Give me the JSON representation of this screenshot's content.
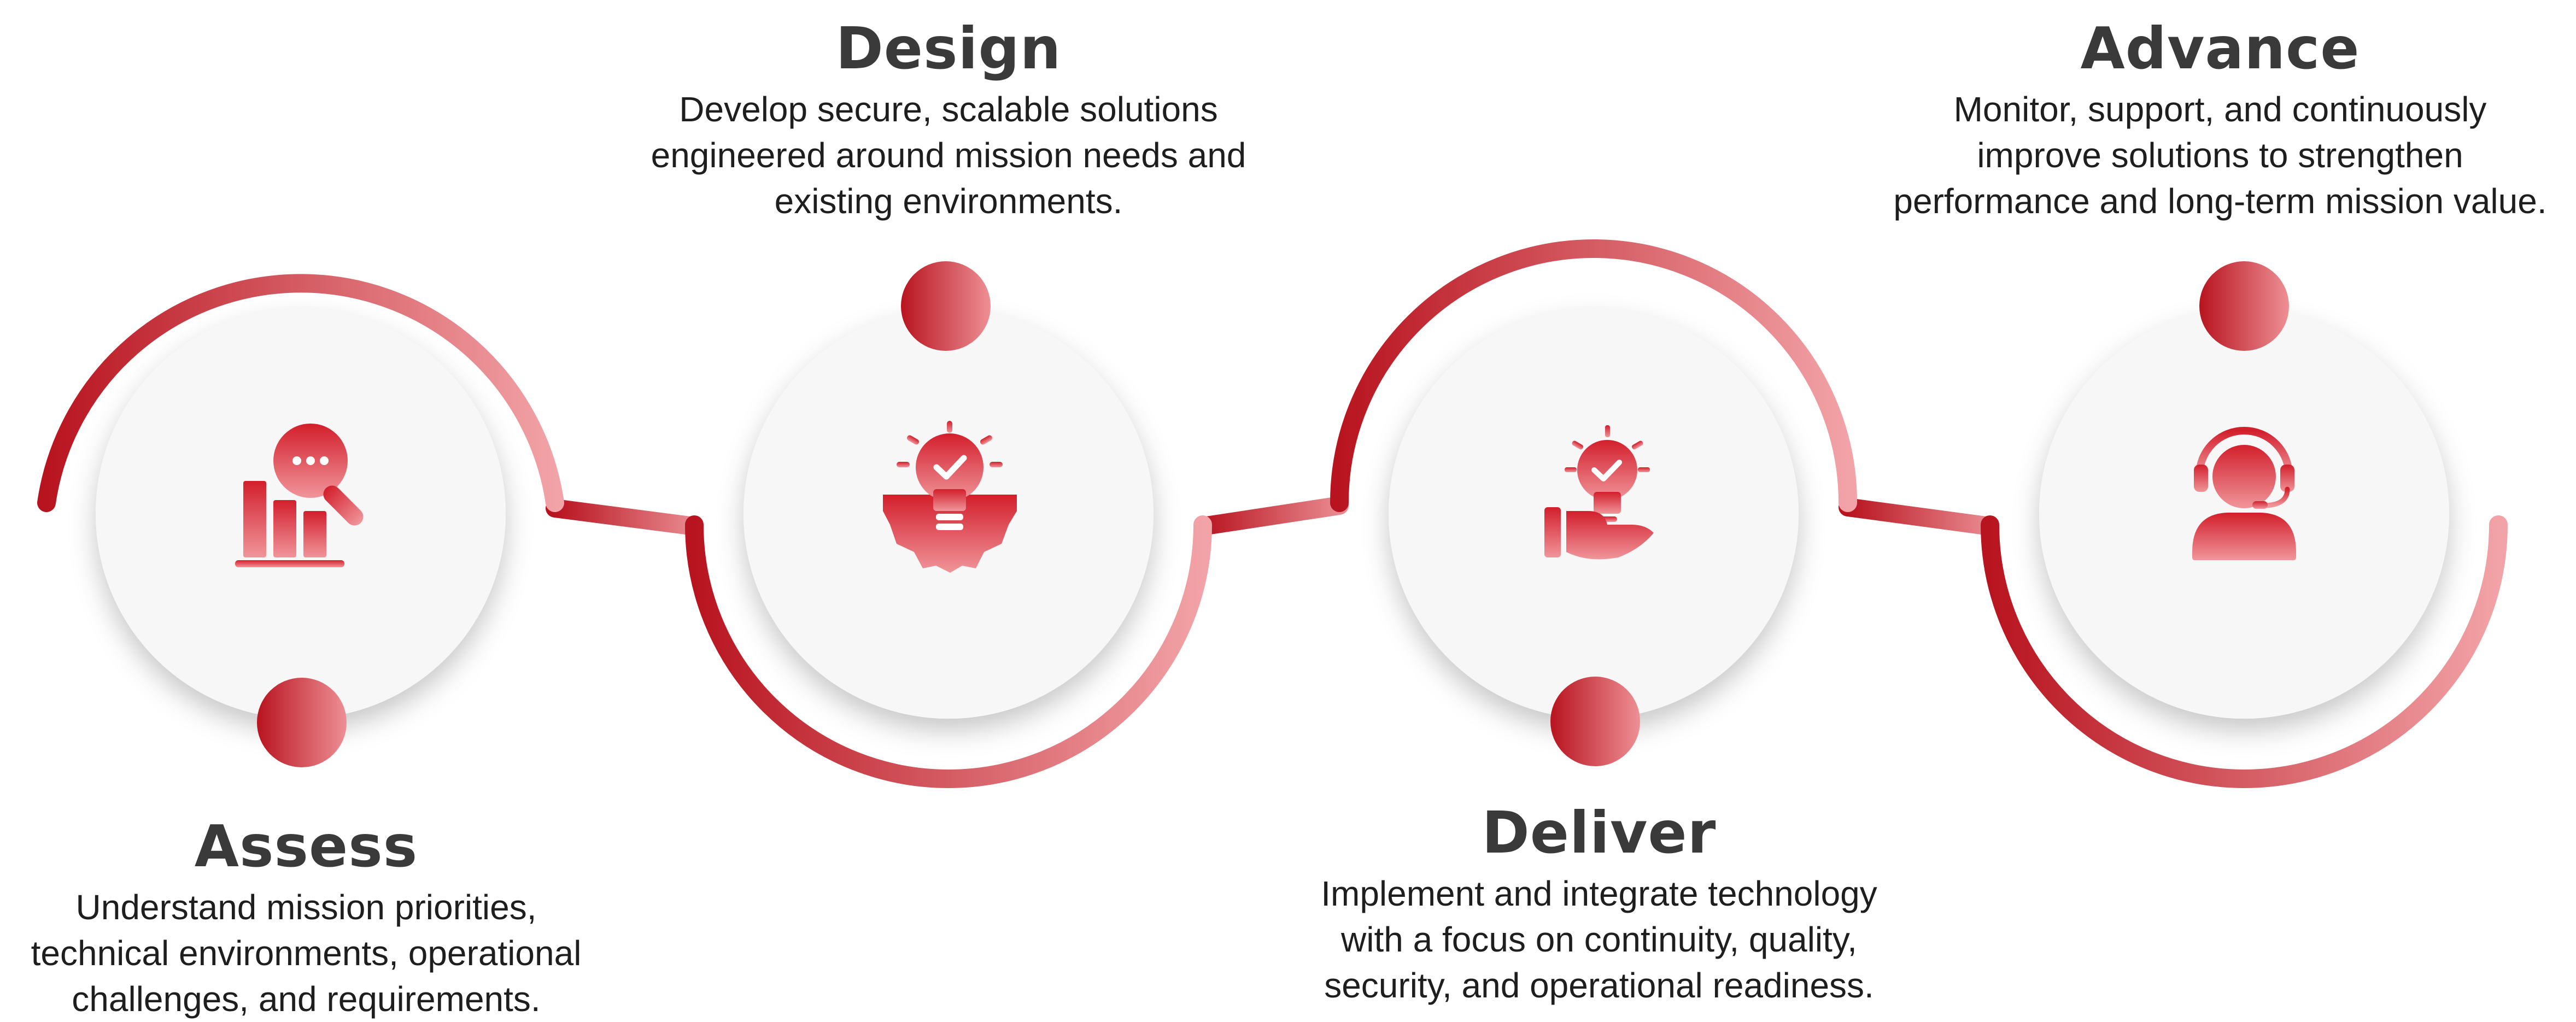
{
  "accent_colors": {
    "dark_red": "#b8141f",
    "light_red": "#f0a0a4",
    "node_red": "#cf2631",
    "circle_fill": "#f7f7f7"
  },
  "stages": [
    {
      "id": "assess",
      "title": "Assess",
      "icon": "bar-chart-search-icon",
      "description_lines": [
        "Understand mission priorities,",
        "technical environments, operational",
        "challenges, and requirements."
      ]
    },
    {
      "id": "design",
      "title": "Design",
      "icon": "lightbulb-gear-icon",
      "description_lines": [
        "Develop secure, scalable solutions",
        "engineered around mission needs and",
        "existing environments."
      ]
    },
    {
      "id": "deliver",
      "title": "Deliver",
      "icon": "hand-lightbulb-icon",
      "description_lines": [
        "Implement and integrate technology",
        "with a focus on continuity, quality,",
        "security, and operational readiness."
      ]
    },
    {
      "id": "advance",
      "title": "Advance",
      "icon": "headset-support-icon",
      "description_lines": [
        "Monitor, support, and continuously",
        "improve solutions to strengthen",
        "performance and long-term mission value."
      ]
    }
  ]
}
